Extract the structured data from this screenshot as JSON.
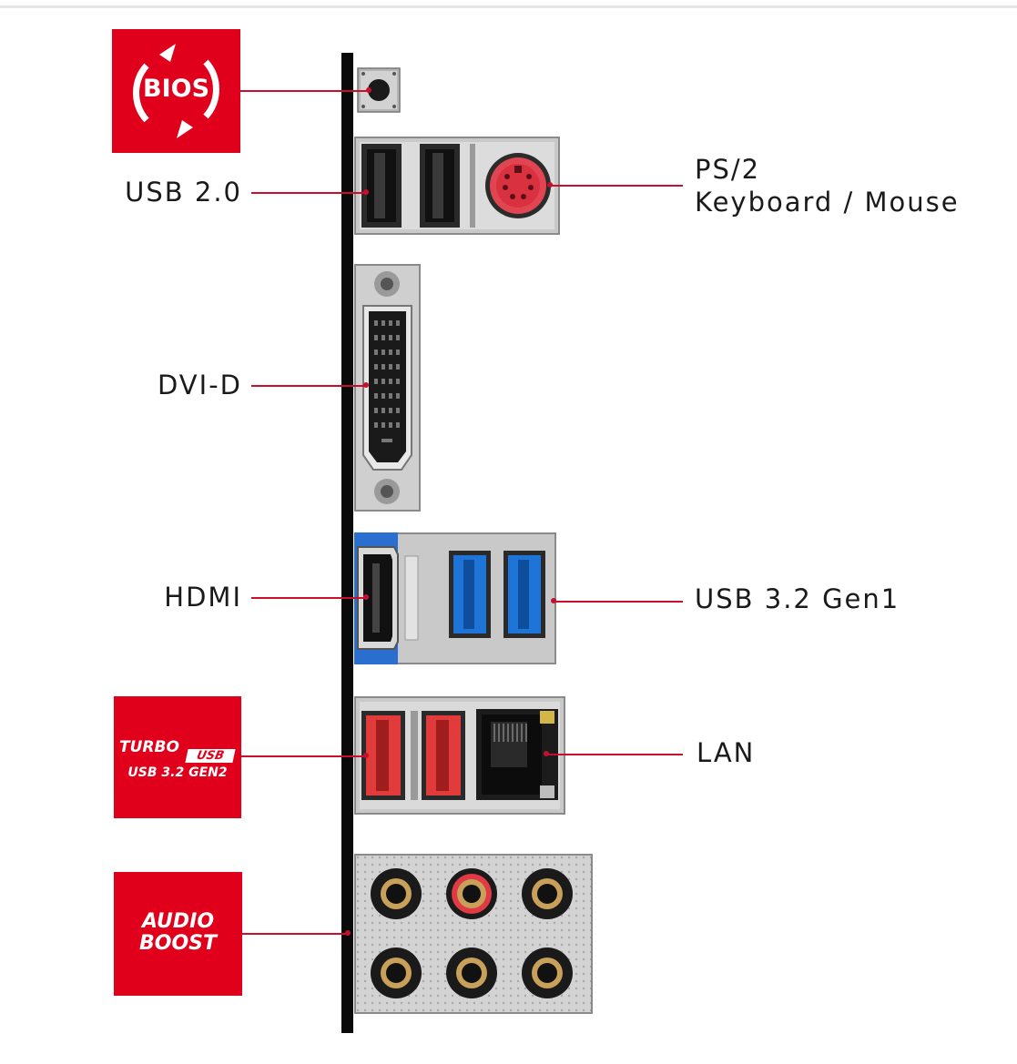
{
  "labels": {
    "usb20": "USB 2.0",
    "ps2_line1": "PS/2",
    "ps2_line2": "Keyboard / Mouse",
    "dvid": "DVI-D",
    "hdmi": "HDMI",
    "usb32gen1": "USB 3.2 Gen1",
    "lan": "LAN"
  },
  "badges": {
    "bios": "BIOS",
    "turbo_line1": "TURBO",
    "turbo_usb": "USB",
    "turbo_line2": "USB 3.2 GEN2",
    "audio_line1": "AUDIO",
    "audio_line2": "BOOST"
  },
  "colors": {
    "accent_red": "#e0001b",
    "leader_red": "#c8102e",
    "usb3_blue": "#1f74d8",
    "usb32gen2_red": "#e23b3b",
    "bracket_black": "#0a0a0a"
  },
  "icons": [
    "bios-refresh-icon",
    "bios-flashback-button-icon",
    "usb2-port-icon",
    "ps2-port-icon",
    "dvi-d-port-icon",
    "hdmi-port-icon",
    "usb3-port-icon",
    "usb32gen2-port-icon",
    "lan-port-icon",
    "audio-jack-icon"
  ]
}
